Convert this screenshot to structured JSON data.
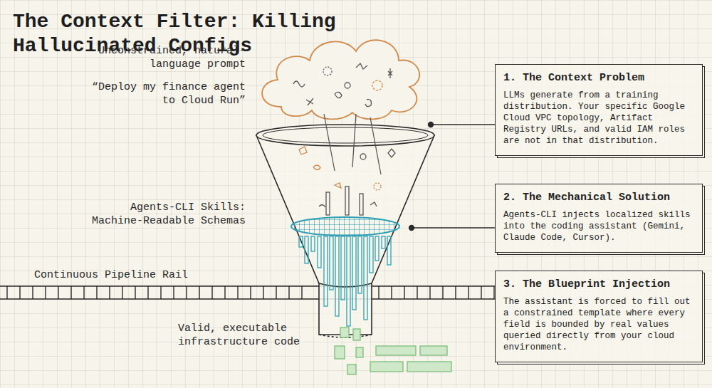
{
  "diagram": {
    "title": "The Context Filter: Killing Hallucinated Configs",
    "nodes": [
      {
        "text": [
          "1. The Context Problem",
          "LLMs generate from a training distribution. Your specific Google Cloud VPC topology, Artifact Registry URLs, and valid IAM roles are not in that distribution."
        ]
      },
      {
        "text": [
          "2. The Mechanical Solution",
          "Agents-CLI injects localized skills into the coding assistant (Gemini, Claude Code, Cursor)."
        ]
      },
      {
        "text": [
          "3. The Blueprint Injection",
          "The assistant is forced to fill out a constrained template where every field is bounded by real values queried directly from your cloud environment."
        ]
      }
    ],
    "labels": [
      "Unconstrained, natural-language prompt",
      "“Deploy my finance agent to Cloud Run”",
      "Agents-CLI Skills: Machine-Readable Schemas",
      "Continuous Pipeline Rail",
      "Valid, executable infrastructure code"
    ]
  }
}
